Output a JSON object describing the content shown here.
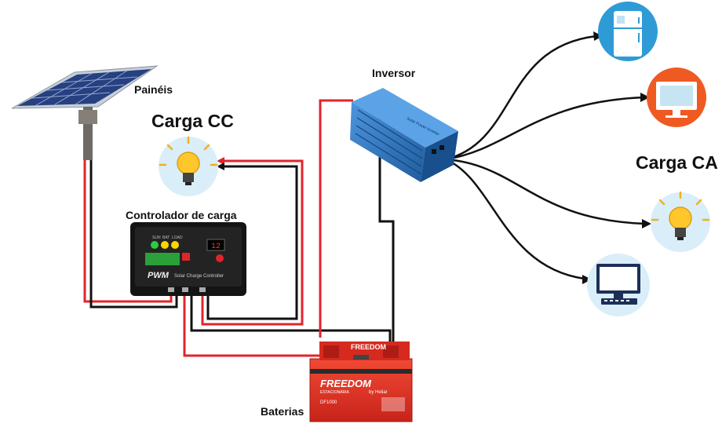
{
  "labels": {
    "panels": "Painéis",
    "dc_load": "Carga CC",
    "controller": "Controlador de carga",
    "inverter": "Inversor",
    "ac_load": "Carga CA",
    "batteries": "Baterias"
  },
  "device_text": {
    "controller_brand": "PWM",
    "controller_subtitle": "Solar Charge Controller",
    "controller_leds": [
      "SUN",
      "BAT",
      "LOAD"
    ],
    "controller_display": "12",
    "battery_brand": "FREEDOM",
    "battery_sub": "ESTACIONÁRIA",
    "battery_maker": "by Heliar",
    "battery_model": "DF1000",
    "inverter_text": "Solar Power Inverter"
  },
  "colors": {
    "positive_wire": "#e0242b",
    "negative_wire": "#111111",
    "icon_circle": "#d9eef9",
    "tv_circle": "#ef5a23",
    "fridge_circle": "#2e9bd6",
    "battery_red": "#e63122",
    "inverter_blue": "#2f78c4"
  },
  "icons": [
    "solar-panel-icon",
    "dc-bulb-icon",
    "charge-controller-icon",
    "inverter-icon",
    "battery-icon",
    "fridge-icon",
    "tv-icon",
    "ac-bulb-icon",
    "computer-icon"
  ]
}
